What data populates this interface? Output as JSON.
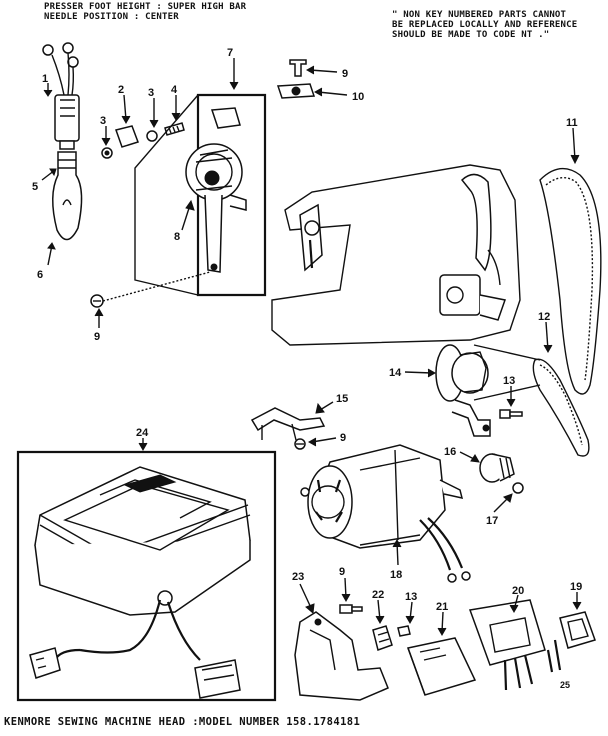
{
  "notes": {
    "presser_foot": "PRESSER FOOT HEIGHT : SUPER HIGH BAR",
    "needle_position": "NEEDLE POSITION : CENTER",
    "non_key_1": "\" NON KEY NUMBERED PARTS CANNOT",
    "non_key_2": "BE REPLACED LOCALLY AND REFERENCE",
    "non_key_3": "SHOULD BE MADE TO CODE NT .\""
  },
  "title": "KENMORE SEWING MACHINE HEAD :MODEL NUMBER 158.1784181",
  "corner_mark": "25",
  "part_labels": [
    {
      "id": "1",
      "text": "1"
    },
    {
      "id": "2",
      "text": "2"
    },
    {
      "id": "3a",
      "text": "3"
    },
    {
      "id": "3b",
      "text": "3"
    },
    {
      "id": "4",
      "text": "4"
    },
    {
      "id": "5",
      "text": "5"
    },
    {
      "id": "6",
      "text": "6"
    },
    {
      "id": "7",
      "text": "7"
    },
    {
      "id": "8",
      "text": "8"
    },
    {
      "id": "9a",
      "text": "9"
    },
    {
      "id": "9b",
      "text": "9"
    },
    {
      "id": "9c",
      "text": "9"
    },
    {
      "id": "9d",
      "text": "9"
    },
    {
      "id": "10",
      "text": "10"
    },
    {
      "id": "11",
      "text": "11"
    },
    {
      "id": "12",
      "text": "12"
    },
    {
      "id": "13a",
      "text": "13"
    },
    {
      "id": "13b",
      "text": "13"
    },
    {
      "id": "14",
      "text": "14"
    },
    {
      "id": "15",
      "text": "15"
    },
    {
      "id": "16",
      "text": "16"
    },
    {
      "id": "17",
      "text": "17"
    },
    {
      "id": "18",
      "text": "18"
    },
    {
      "id": "19",
      "text": "19"
    },
    {
      "id": "20",
      "text": "20"
    },
    {
      "id": "21",
      "text": "21"
    },
    {
      "id": "22",
      "text": "22"
    },
    {
      "id": "23",
      "text": "23"
    },
    {
      "id": "24",
      "text": "24"
    }
  ]
}
